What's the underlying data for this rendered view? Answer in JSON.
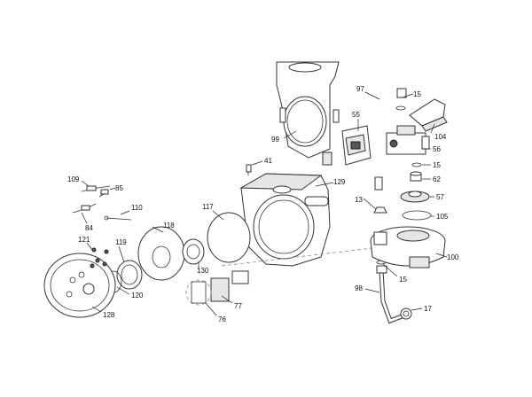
{
  "callouts": {
    "c15a": "15",
    "c97": "97",
    "c55": "55",
    "c104": "104",
    "c99": "99",
    "c56": "56",
    "c15b": "15",
    "c41": "41",
    "c62": "62",
    "c129": "129",
    "c57": "57",
    "c13": "13",
    "c105": "105",
    "c109": "109",
    "c85": "85",
    "c110": "110",
    "c84": "84",
    "c117": "117",
    "c118": "118",
    "c121": "121",
    "c119": "119",
    "c100": "100",
    "c130": "130",
    "c15c": "15",
    "c120": "120",
    "c98": "98",
    "c77": "77",
    "c17": "17",
    "c128": "128",
    "c76": "76"
  },
  "colors": {
    "line": "#333333",
    "fill": "#ffffff",
    "shade": "#e6e6e6"
  }
}
